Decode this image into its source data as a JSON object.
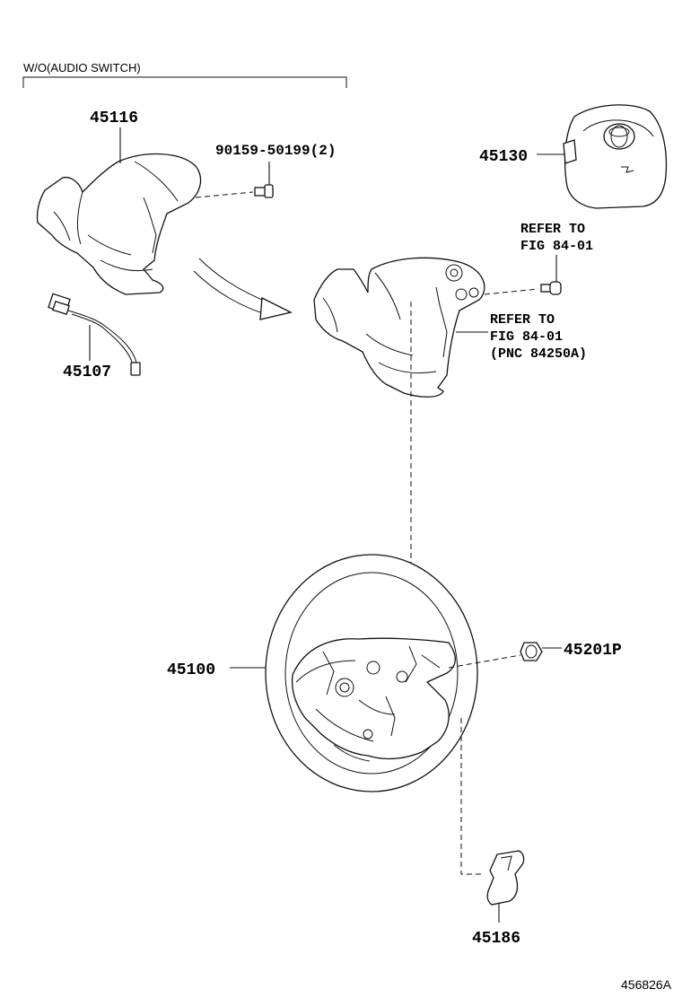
{
  "header": {
    "variant_label": "W/O(AUDIO SWITCH)"
  },
  "callouts": {
    "part_45116": "45116",
    "bolt_label": "90159-50199(2)",
    "part_45130": "45130",
    "refer_1_line1": "REFER TO",
    "refer_1_line2": "FIG 84-01",
    "refer_2_line1": "REFER TO",
    "refer_2_line2": "FIG 84-01",
    "refer_2_line3": "(PNC 84250A)",
    "part_45107": "45107",
    "part_45100": "45100",
    "part_45201p": "45201P",
    "part_45186": "45186"
  },
  "footer": {
    "illustration_id": "456826A"
  }
}
